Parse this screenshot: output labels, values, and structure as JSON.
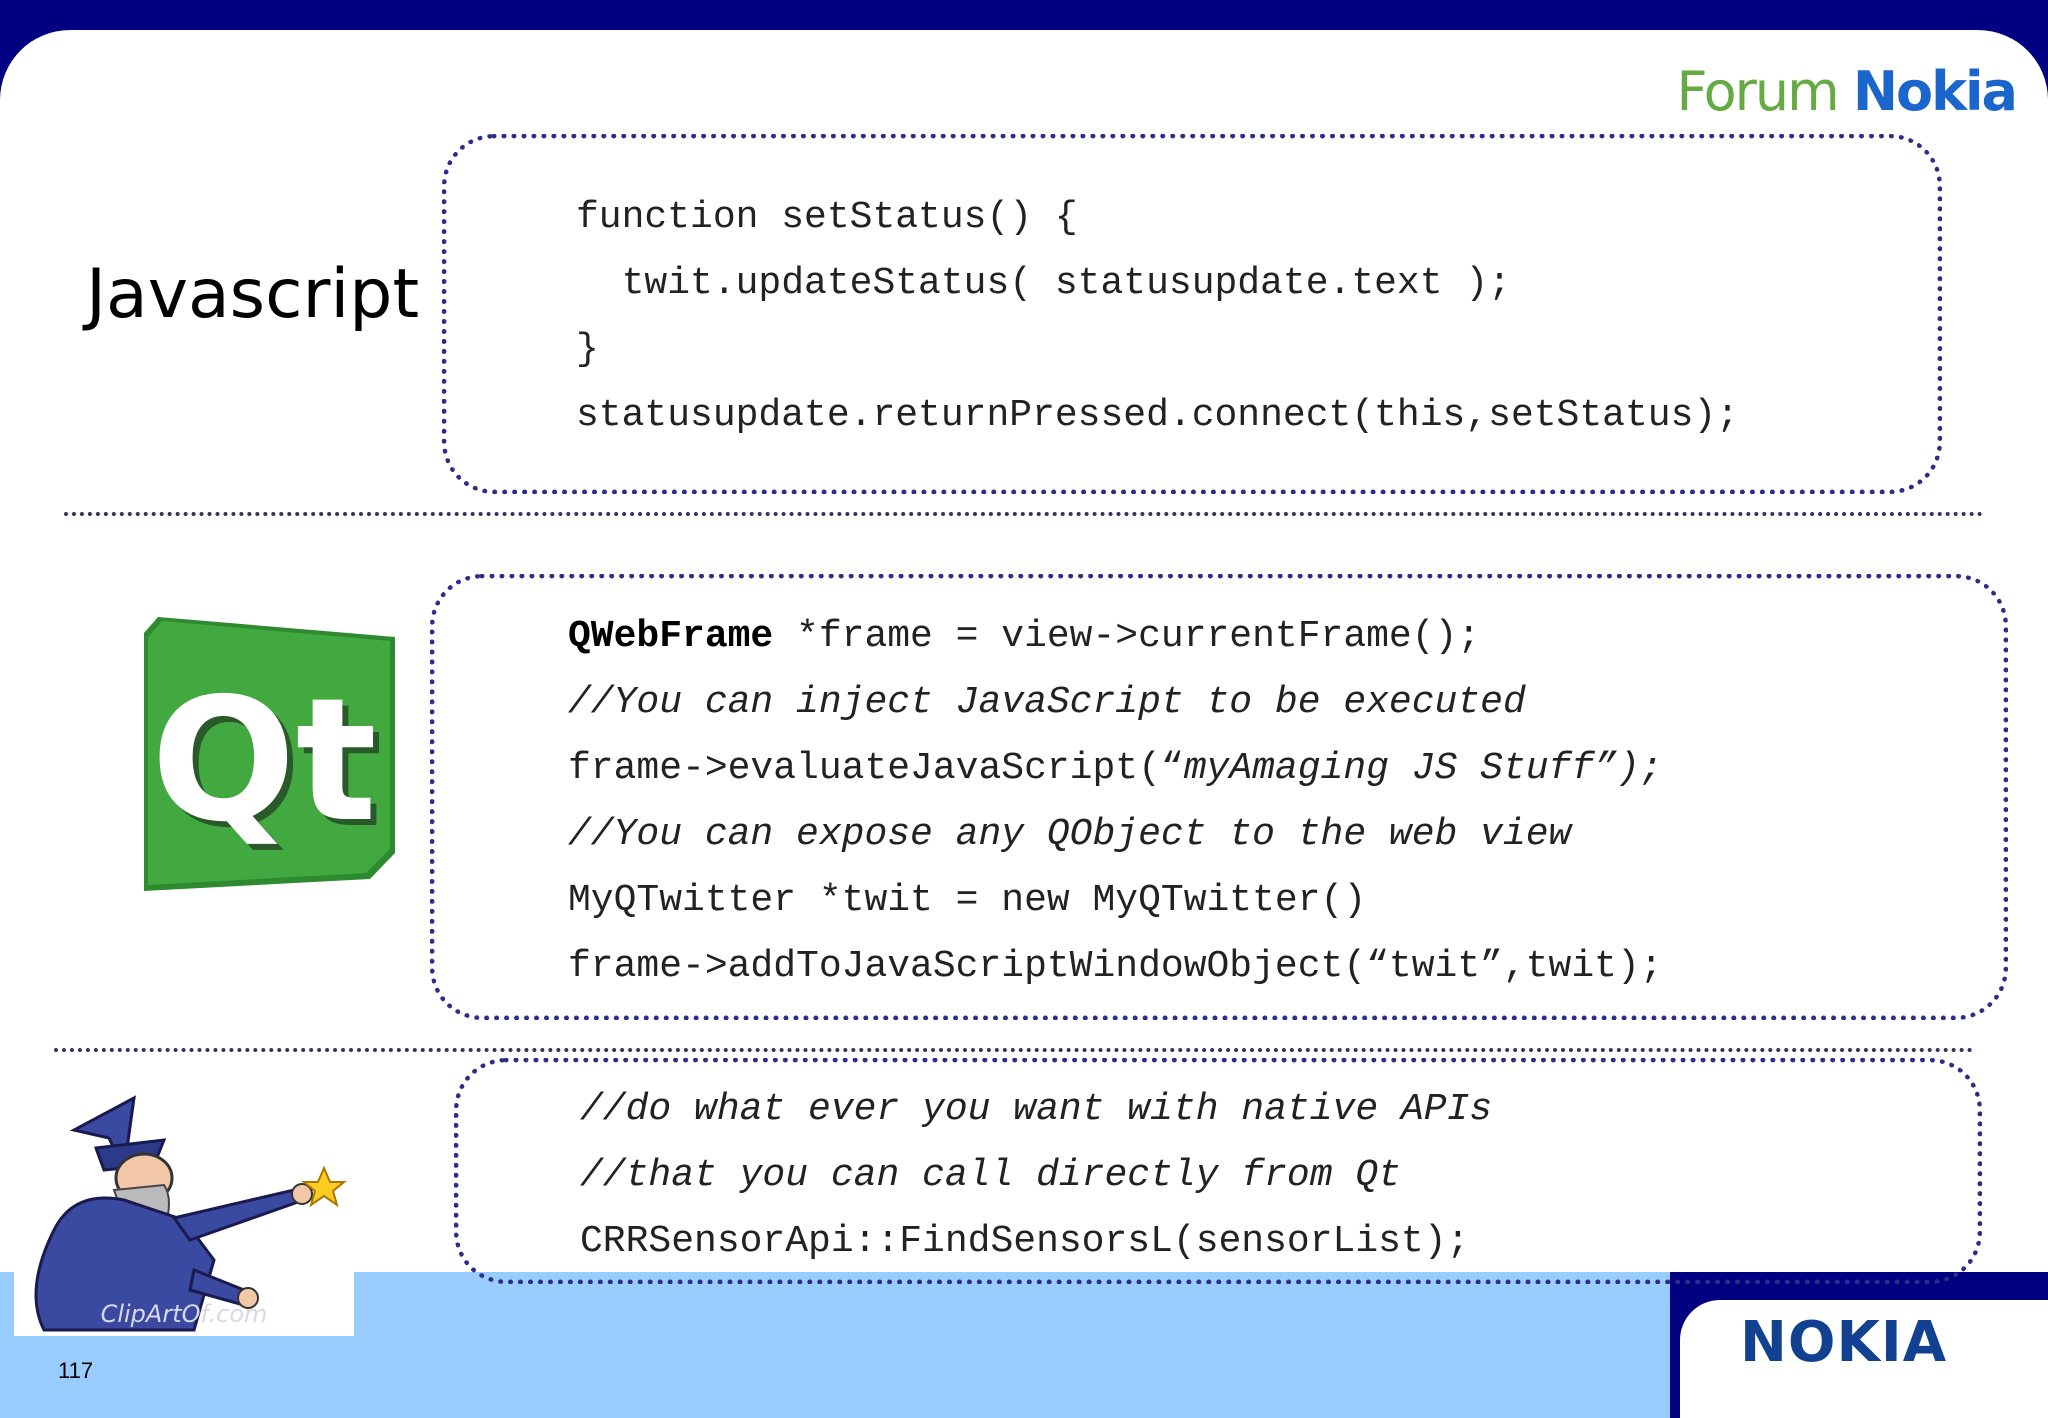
{
  "brand": {
    "forum_label": "Forum",
    "nokia_label": "Nokia",
    "nokia_logo_text": "NOKIA"
  },
  "section": {
    "title": "Javascript"
  },
  "js_code": [
    "function setStatus() {",
    "  twit.updateStatus( statusupdate.text );",
    "}",
    "statusupdate.returnPressed.connect(this,setStatus);"
  ],
  "qt_code": {
    "line1_bold": "QWebFrame",
    "line1_rest": " *frame = view->currentFrame();",
    "line2": "//You can inject JavaScript to be executed",
    "line3_start": "frame->evaluateJavaScript(“",
    "line3_italic": "myAmaging JS Stuff”);",
    "line4": "//You can expose any QObject to the web view",
    "line5": "MyQTwitter *twit = new MyQTwitter()",
    "line6": "frame->addToJavaScriptWindowObject(“twit”,twit);"
  },
  "native_code": [
    "//do what ever you want with native APIs",
    "//that you can call directly from Qt",
    "CRRSensorApi::FindSensorsL(sensorList);"
  ],
  "qt_logo_text": "Qt",
  "wizard_watermark": "ClipArtOf.com",
  "page_number": "117",
  "colors": {
    "frame_blue": "#000080",
    "band_light_blue": "#99ccff",
    "qt_green": "#41a940",
    "forum_green": "#66aa44",
    "nokia_blue": "#124191"
  }
}
